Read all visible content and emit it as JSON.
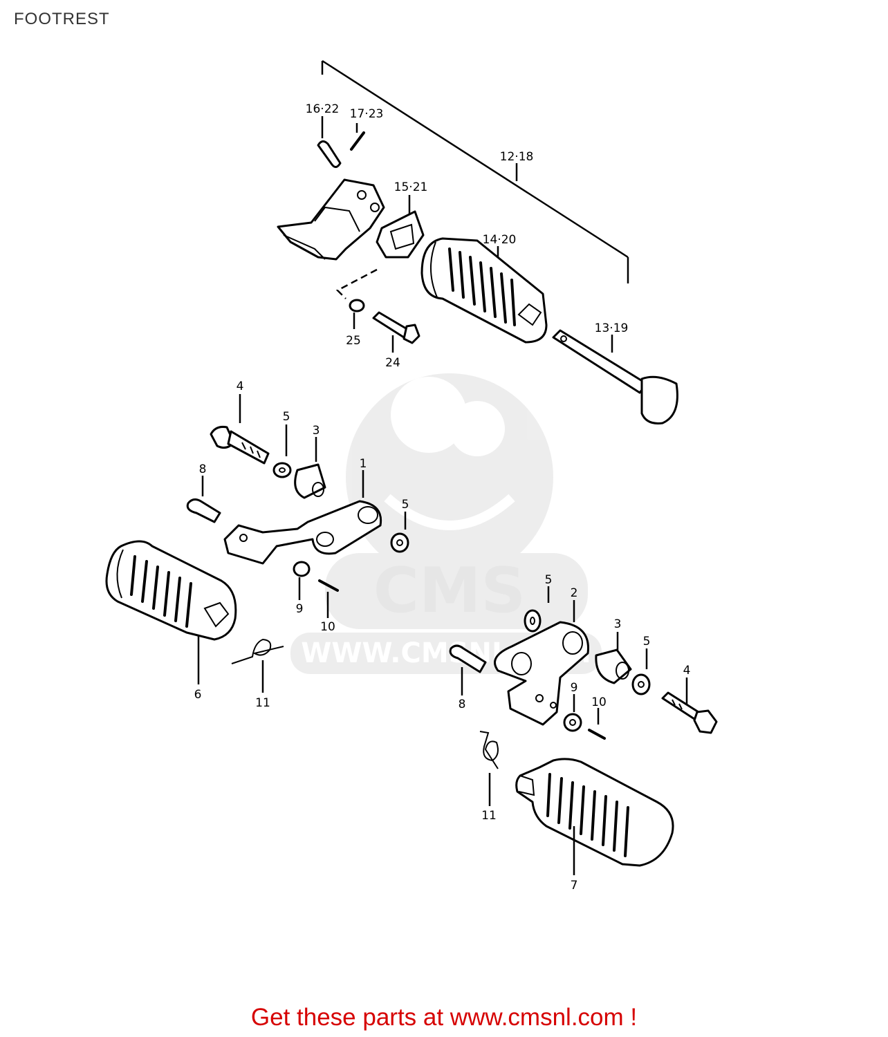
{
  "title": "FOOTREST",
  "watermark": {
    "brand": "CMS",
    "url": "WWW.CMSNL.COM"
  },
  "callouts": {
    "c1": "1",
    "c2": "2",
    "c3a": "3",
    "c3b": "3",
    "c4a": "4",
    "c4b": "4",
    "c5a": "5",
    "c5b": "5",
    "c5c": "5",
    "c5d": "5",
    "c6": "6",
    "c7": "7",
    "c8a": "8",
    "c8b": "8",
    "c9a": "9",
    "c9b": "9",
    "c10a": "10",
    "c10b": "10",
    "c11a": "11",
    "c11b": "11",
    "c12_18": "12·18",
    "c13_19": "13·19",
    "c14_20": "14·20",
    "c15_21": "15·21",
    "c16_22": "16·22",
    "c17_23": "17·23",
    "c24": "24",
    "c25": "25"
  },
  "footer": {
    "promo": "Get these parts at www.cmsnl.com !"
  }
}
